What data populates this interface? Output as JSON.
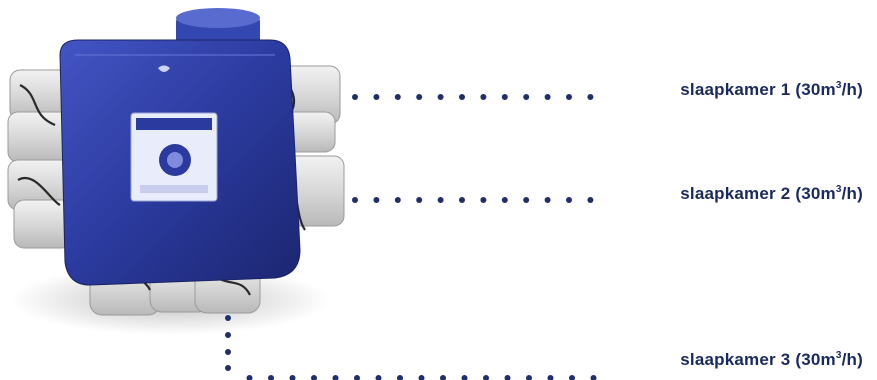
{
  "rooms": [
    {
      "name": "slaapkamer 1",
      "flow_prefix": "(30m",
      "flow_exp": "3",
      "flow_suffix": "/h)"
    },
    {
      "name": "slaapkamer 2",
      "flow_prefix": "(30m",
      "flow_exp": "3",
      "flow_suffix": "/h)"
    },
    {
      "name": "slaapkamer 3",
      "flow_prefix": "(30m",
      "flow_exp": "3",
      "flow_suffix": "/h)"
    }
  ],
  "colors": {
    "unit_blue": "#2b3a9e",
    "dot_navy": "#1f2f6e",
    "duct_grey": "#dcdcdc",
    "label_text": "#1a2a5e"
  },
  "icons": {
    "unit": "ventilation-unit-icon"
  }
}
